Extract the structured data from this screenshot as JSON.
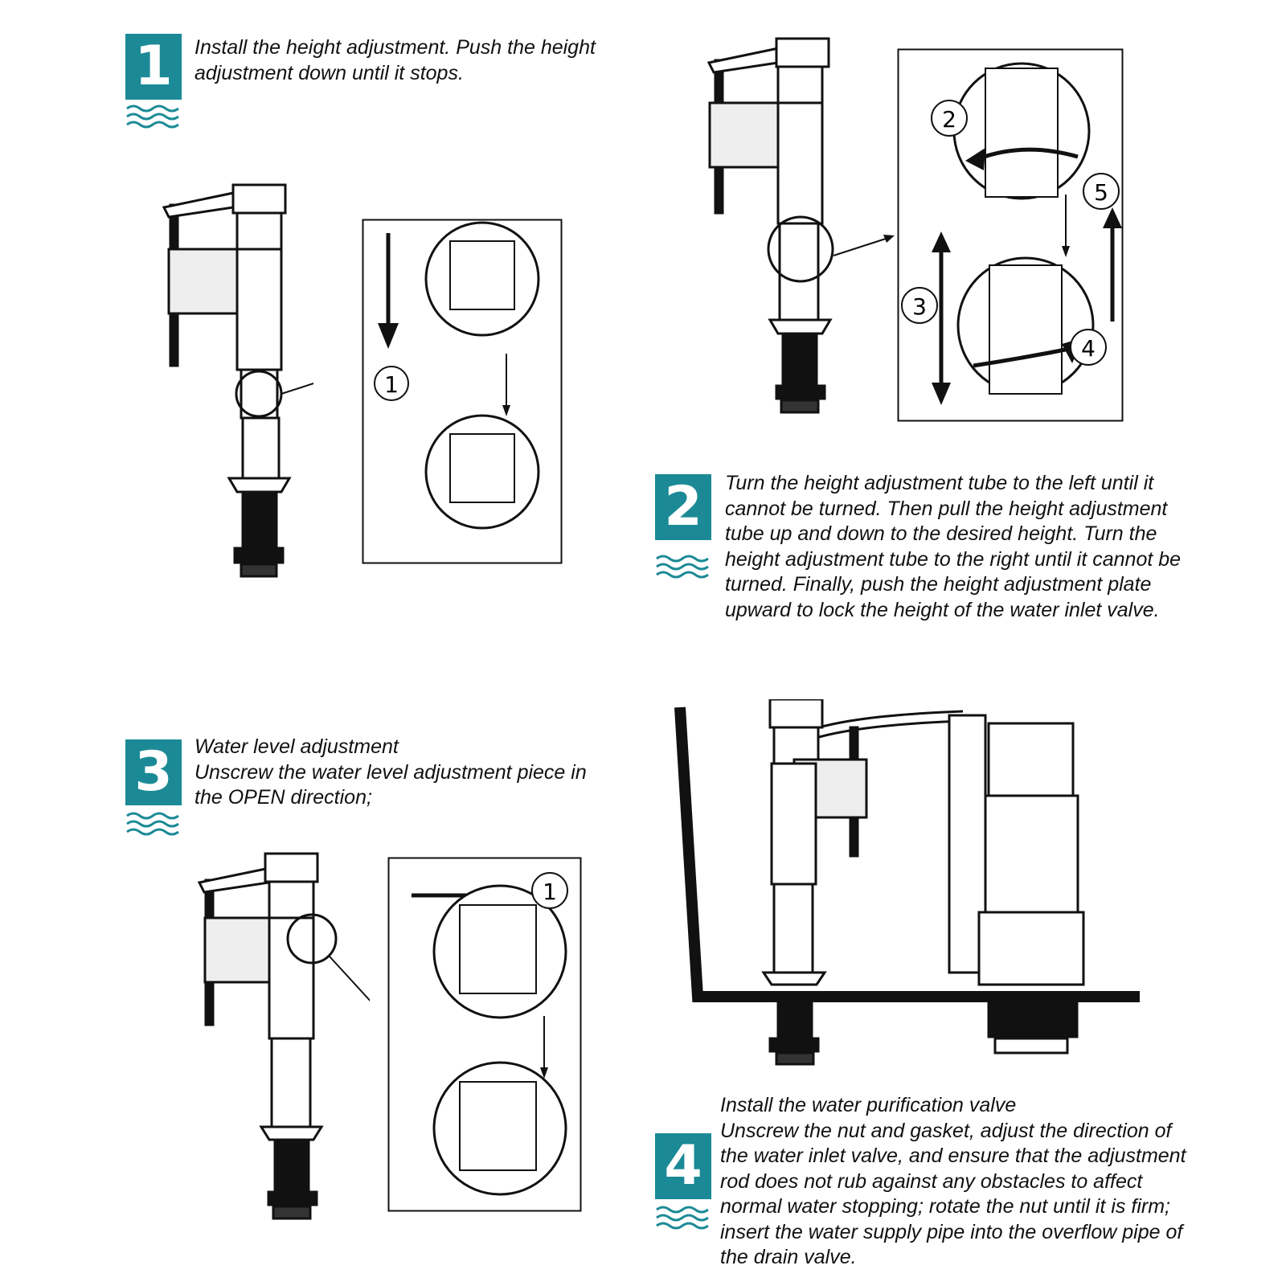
{
  "steps": [
    {
      "number": "1",
      "text": "Install the height adjustment. Push the height\nadjustment down until it stops."
    },
    {
      "number": "2",
      "text": "Turn the height adjustment tube to the left until it\ncannot be turned. Then pull the height adjustment\ntube up and down to the desired height. Turn the\nheight adjustment tube to the right until it cannot be\nturned. Finally, push the height adjustment plate\nupward to lock the height of the water inlet valve."
    },
    {
      "number": "3",
      "text": "Water level adjustment\nUnscrew the water level adjustment piece in\nthe OPEN direction;"
    },
    {
      "number": "4",
      "text": "Install the water purification valve\nUnscrew the nut and gasket, adjust the direction of\nthe water inlet valve, and ensure that the adjustment\nrod does not rub against any obstacles to affect\nnormal water stopping; rotate the nut until it is firm;\ninsert the water supply pipe into the overflow pipe of\nthe drain valve."
    }
  ],
  "callouts": {
    "step1": [
      "1"
    ],
    "step2": [
      "2",
      "3",
      "4",
      "5"
    ],
    "step3": [
      "1"
    ]
  },
  "colors": {
    "badge": "#1b8a96",
    "line": "#111111"
  },
  "icons": [
    "wave-icon",
    "fill-valve-illustration",
    "drain-valve-illustration",
    "arrow-icon"
  ]
}
